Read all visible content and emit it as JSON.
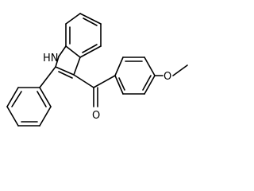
{
  "molecule": {
    "nh_label": "HN",
    "ether_oxygen": "O",
    "carbonyl_oxygen": "O"
  }
}
